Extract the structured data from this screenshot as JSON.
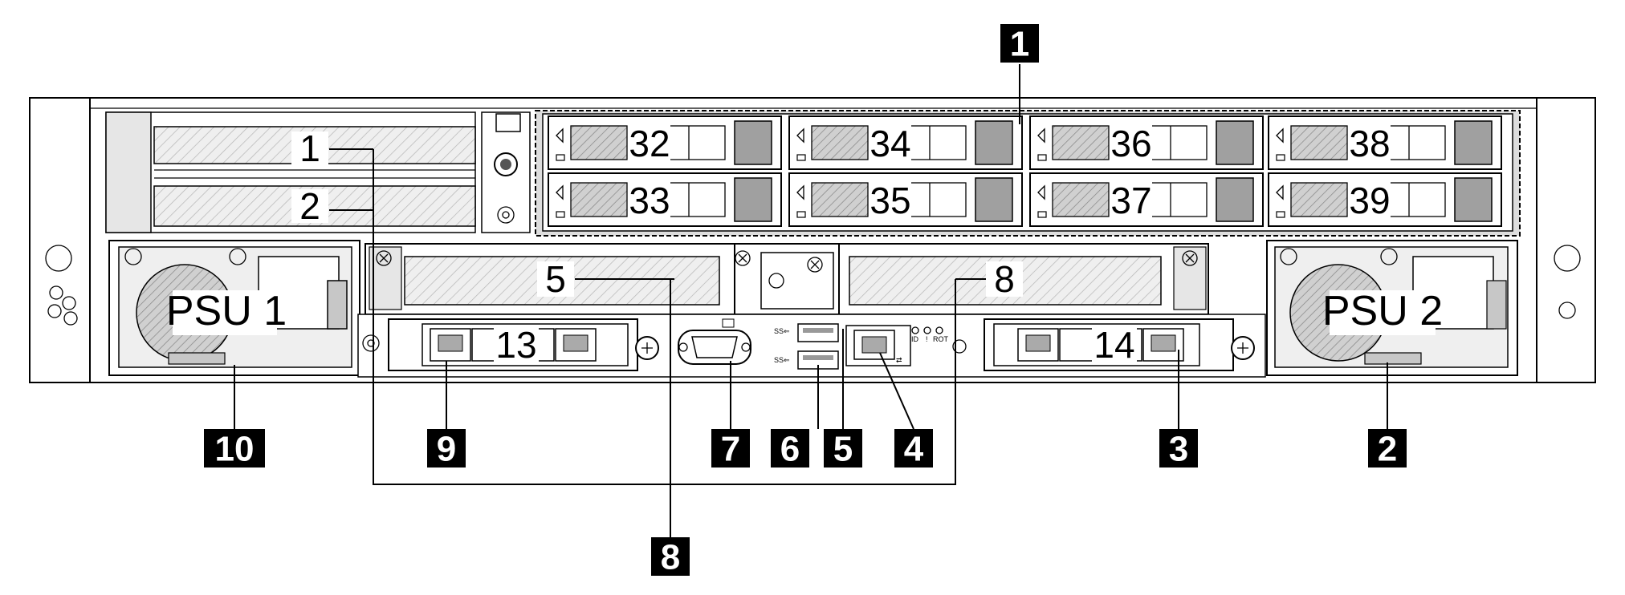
{
  "drive_bays": [
    "32",
    "33",
    "34",
    "35",
    "36",
    "37",
    "38",
    "39"
  ],
  "riser_slots": [
    "1",
    "2",
    "5",
    "8",
    "13",
    "14"
  ],
  "psu_labels": [
    "PSU 1",
    "PSU 2"
  ],
  "port_labels": {
    "usb": "SS⇐",
    "id": "ID",
    "exclam": "!",
    "rot": "ROT"
  },
  "callouts": {
    "c1": "1",
    "c2": "2",
    "c3": "3",
    "c4": "4",
    "c5": "5",
    "c6": "6",
    "c7": "7",
    "c8": "8",
    "c9": "9",
    "c10": "10"
  }
}
